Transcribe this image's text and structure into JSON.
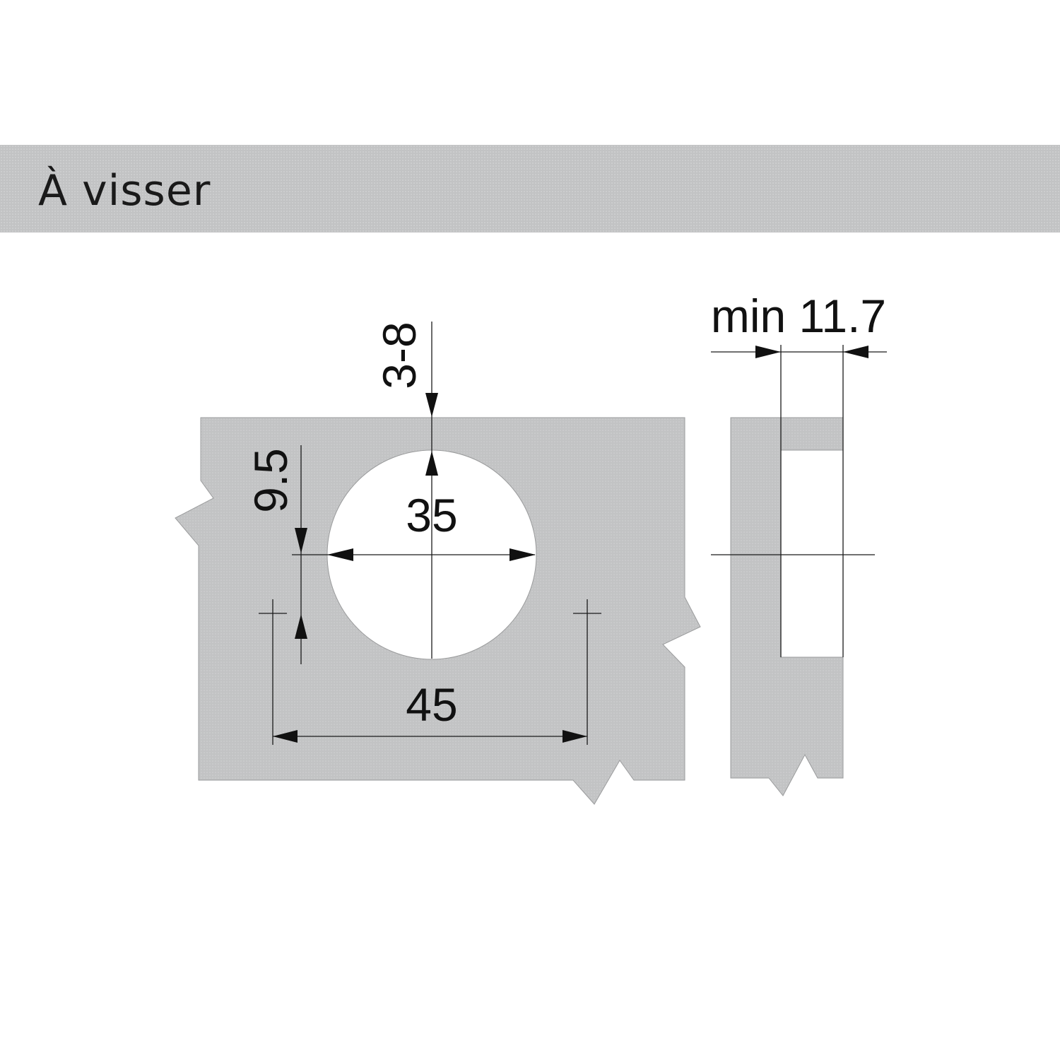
{
  "header": {
    "title": "À visser"
  },
  "colors": {
    "panel": "#c2c3c4",
    "line": "#1a1a1a",
    "hole": "#ffffff",
    "background": "#ffffff"
  },
  "dimensions": {
    "edge_distance": "3-8",
    "hole_offset": "9.5",
    "hole_diameter": "35",
    "screw_spacing": "45",
    "min_thickness": "min 11.7"
  }
}
